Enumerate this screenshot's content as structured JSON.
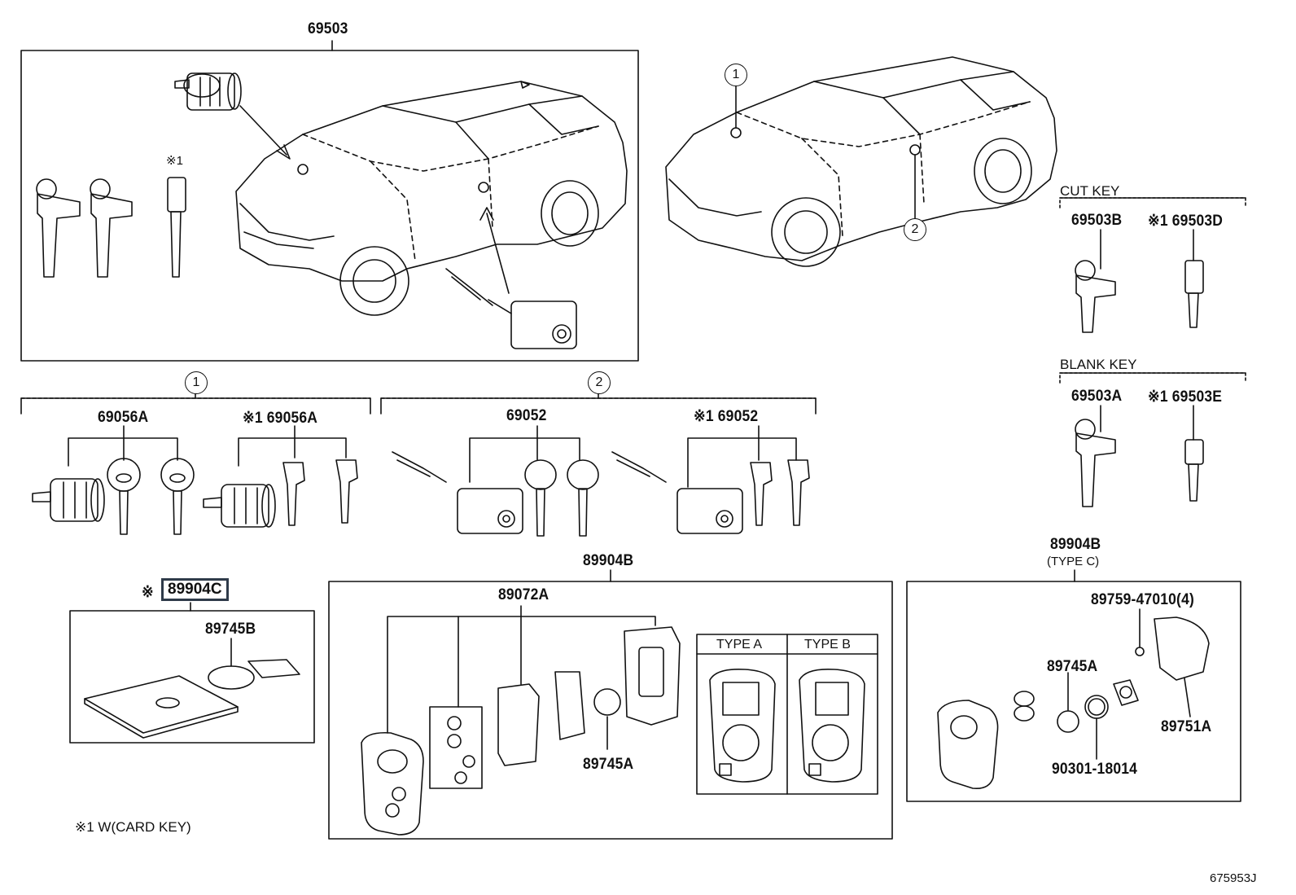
{
  "labels": {
    "main_assembly": "69503",
    "cut_key_header": "CUT KEY",
    "blank_key_header": "BLANK KEY",
    "cut_key_b": "69503B",
    "cut_key_d": "※1 69503D",
    "blank_key_a": "69503A",
    "blank_key_e": "※1 69503E",
    "group1_marker": "1",
    "group2_marker": "2",
    "car_marker_1": "1",
    "car_marker_2": "2",
    "ignition_set": "69056A",
    "ignition_set_card": "※1 69056A",
    "door_set": "69052",
    "door_set_card": "※1 69052",
    "note_mark_1": "※1",
    "card_key_note_mark": "※",
    "card_key_part": "89904C",
    "card_battery": "89745B",
    "transmitter_assy": "89904B",
    "transmitter_case": "89072A",
    "transmitter_battery": "89745A",
    "type_a": "TYPE A",
    "type_b": "TYPE B",
    "type_c_part": "89904B",
    "type_c_label": "(TYPE C)",
    "screw": "89759-47010(4)",
    "type_c_battery": "89745A",
    "cover": "89751A",
    "oring": "90301-18014",
    "footnote": "※1 W(CARD KEY)",
    "diagram_id": "675953J"
  }
}
